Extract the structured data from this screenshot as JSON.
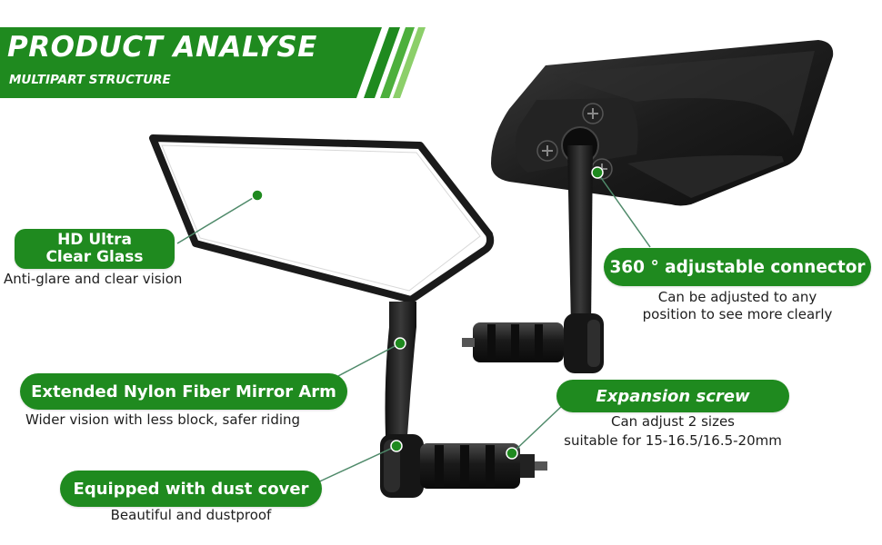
{
  "header": {
    "title": "PRODUCT ANALYSE",
    "subtitle": "MULTIPART STRUCTURE"
  },
  "features": {
    "glass": {
      "title_line1": "HD Ultra",
      "title_line2": "Clear Glass",
      "desc": "Anti-glare and clear vision"
    },
    "arm": {
      "title": "Extended Nylon Fiber Mirror Arm",
      "desc": "Wider vision with less block, safer riding"
    },
    "dust_cover": {
      "title": "Equipped with dust cover",
      "desc": "Beautiful and dustproof"
    },
    "connector": {
      "title": "360 ° adjustable connector",
      "desc_line1": "Can be adjusted to any",
      "desc_line2": "position to see more clearly"
    },
    "screw": {
      "title": "Expansion screw",
      "desc_line1": "Can adjust 2 sizes",
      "desc_line2": "suitable for 15-16.5/16.5-20mm"
    }
  },
  "colors": {
    "brand_green": "#1f8a1f",
    "leader_line": "#4f8a6a",
    "mirror_body": "#1a1a1a"
  }
}
